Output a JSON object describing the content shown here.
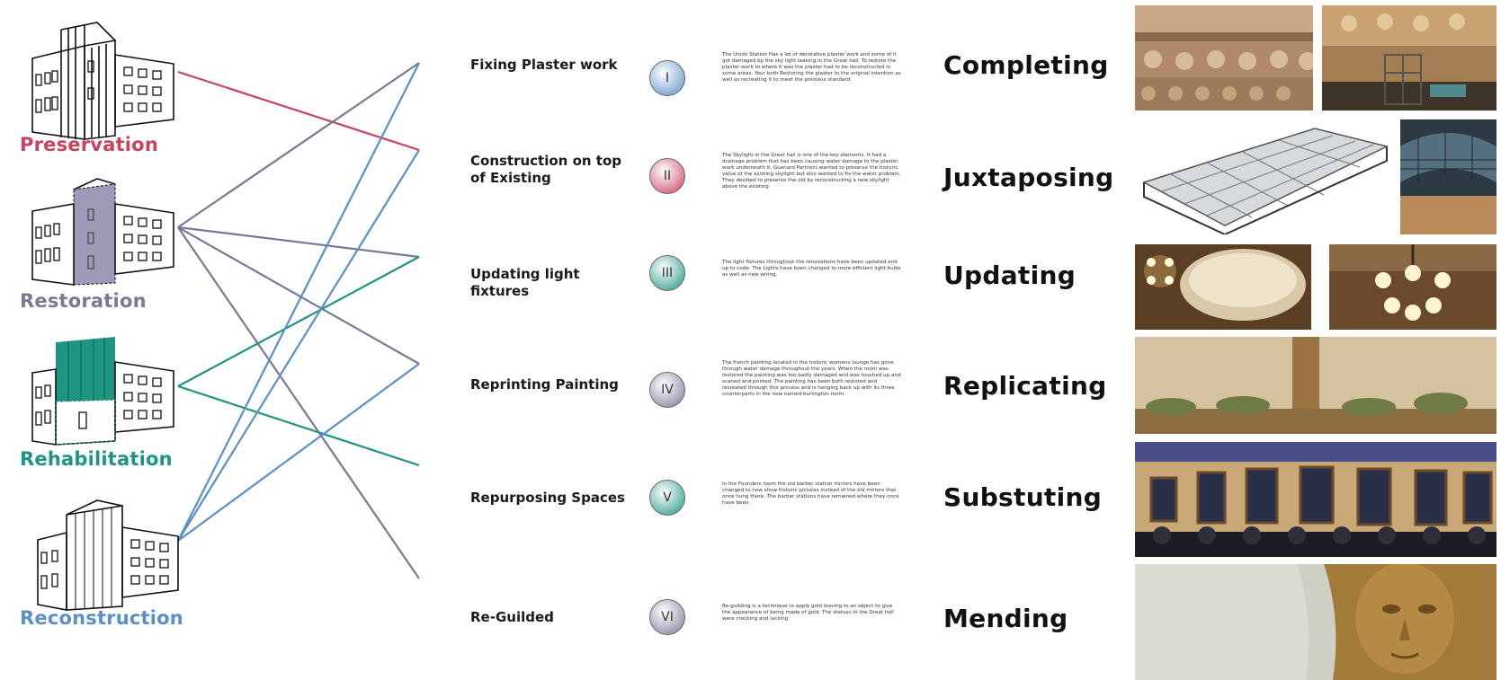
{
  "colors": {
    "preservation": "#c8435e",
    "restoration": "#7b7897",
    "rehabilitation": "#1e9580",
    "reconstruction": "#5b8fc7"
  },
  "approaches": [
    {
      "label": "Preservation"
    },
    {
      "label": "Restoration"
    },
    {
      "label": "Rehabilitation"
    },
    {
      "label": "Reconstruction"
    }
  ],
  "actions": [
    {
      "title": "Fixing Plaster work",
      "numeral": "I",
      "badge_color": "#5b8fc7",
      "description": "The Union Station Has a lot of decorative plaster work and some of it got damaged by the sky light leaking in the Great hall. To restore the plaster work to where it was the plaster had to be reconstructed in some areas. Your both Restoring the plaster to the original intention as well as recreating it to meet the previous standard.",
      "verb": "Completing"
    },
    {
      "title": "Construction on top of Existing",
      "numeral": "II",
      "badge_color": "#c8435e",
      "description": "The Skylight in the Great hall is one of the key elements. It had a drainage problem that has been causing water damage to the plaster work underneath it. Guenard Partners wanted to preserve the historic value of the existing skylight but also wanted to fix the water problem. They decided to preserve the old by reconstructing a new skylight above the existing.",
      "verb": "Juxtaposing"
    },
    {
      "title": "Updating light fixtures",
      "numeral": "III",
      "badge_color": "#1e9580",
      "description": "The light fixtures throughout the renovations have been updated and up to code. The Lights have been changed to more efficient light bulbs as well as new wiring.",
      "verb": "Updating"
    },
    {
      "title": "Reprinting Painting",
      "numeral": "IV",
      "badge_color": "#7b7897",
      "description": "The french painting located in the historic womens lounge has gone through water damage throughout the years. When the room was restored the painting was too badly damaged and was touched up and scaned and printed. The painting has been both restored and recreated through this process and is hanging back up with its three counterparts in the now named burlington room.",
      "verb": "Replicating"
    },
    {
      "title": "Repurposing Spaces",
      "numeral": "V",
      "badge_color": "#1e9580",
      "description": "In the Founders room the old barber station mirrors have been changed to now show historic pictures instead of the old mirrors that once hung there. The barber stations have remained where they once have been.",
      "verb": "Substuting"
    },
    {
      "title": "Re-Guilded",
      "numeral": "VI",
      "badge_color": "#7b7897",
      "description": "Re-guilding is a technique to apply gold leaving to an object to give the appearance of being made of gold. The statues in the Great hall were cracking and lacking",
      "verb": "Mending"
    }
  ],
  "connections": [
    {
      "from": 0,
      "to": 1,
      "color": "preservation"
    },
    {
      "from": 1,
      "to": 0,
      "color": "restoration"
    },
    {
      "from": 1,
      "to": 2,
      "color": "restoration"
    },
    {
      "from": 1,
      "to": 3,
      "color": "restoration"
    },
    {
      "from": 1,
      "to": 5,
      "color": "restoration"
    },
    {
      "from": 2,
      "to": 2,
      "color": "rehabilitation"
    },
    {
      "from": 2,
      "to": 4,
      "color": "rehabilitation"
    },
    {
      "from": 3,
      "to": 0,
      "color": "reconstruction"
    },
    {
      "from": 3,
      "to": 1,
      "color": "reconstruction"
    },
    {
      "from": 3,
      "to": 3,
      "color": "reconstruction"
    }
  ]
}
